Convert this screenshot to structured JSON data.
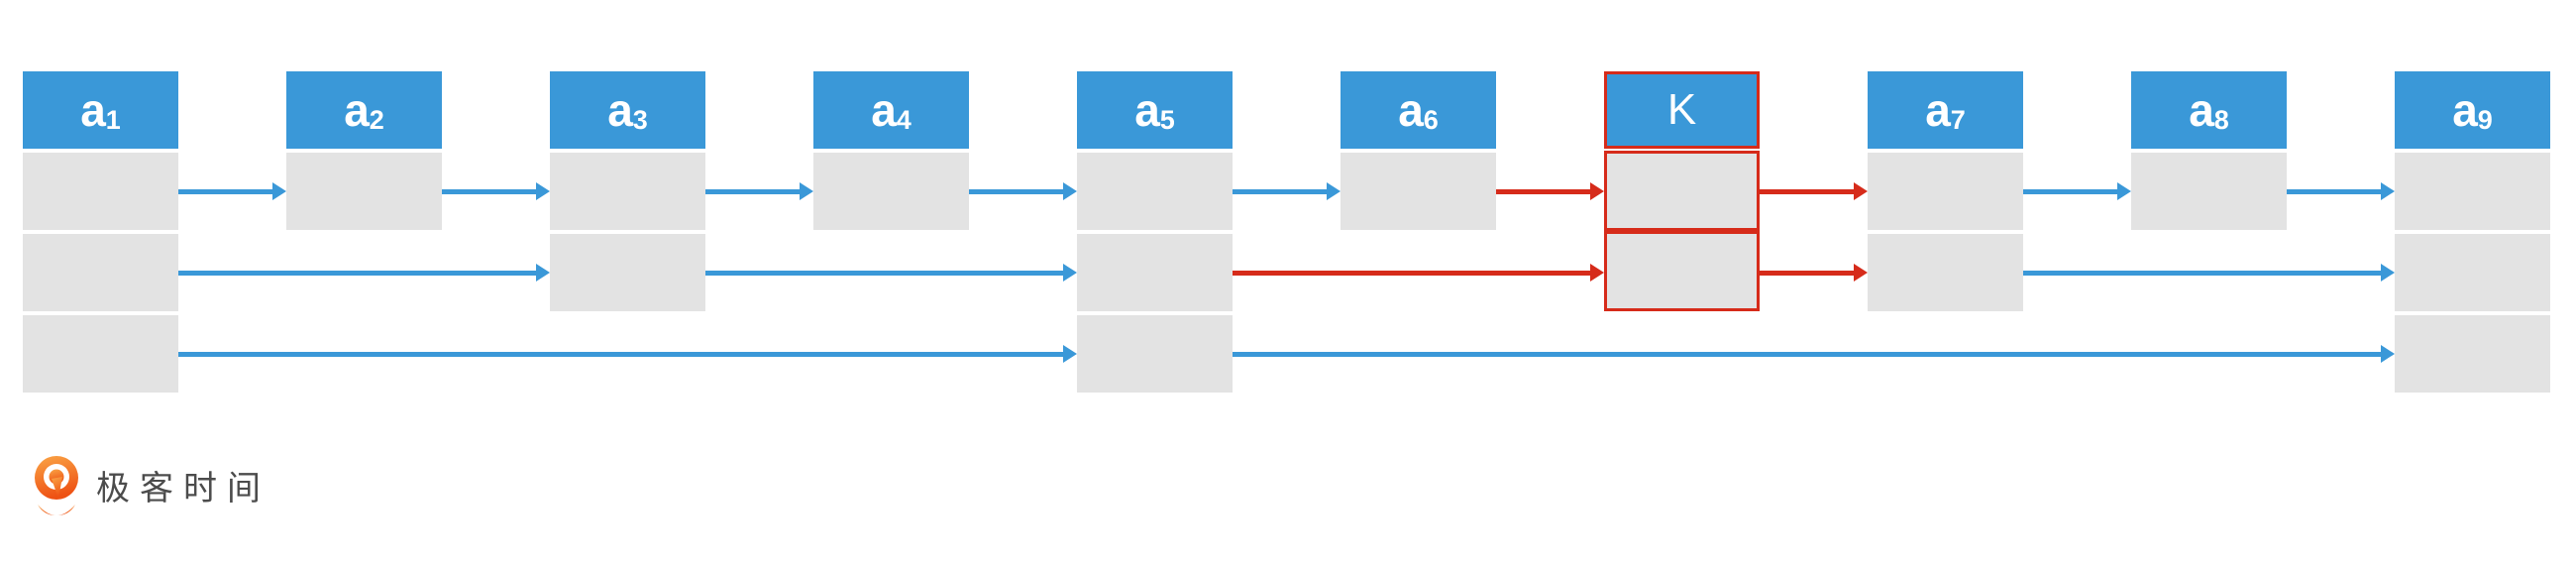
{
  "diagram": {
    "nodes": [
      {
        "id": "a1",
        "label": "a",
        "subscript": "1",
        "cells": 3,
        "highlighted": false
      },
      {
        "id": "a2",
        "label": "a",
        "subscript": "2",
        "cells": 1,
        "highlighted": false
      },
      {
        "id": "a3",
        "label": "a",
        "subscript": "3",
        "cells": 2,
        "highlighted": false
      },
      {
        "id": "a4",
        "label": "a",
        "subscript": "4",
        "cells": 1,
        "highlighted": false
      },
      {
        "id": "a5",
        "label": "a",
        "subscript": "5",
        "cells": 3,
        "highlighted": false
      },
      {
        "id": "a6",
        "label": "a",
        "subscript": "6",
        "cells": 1,
        "highlighted": false
      },
      {
        "id": "K",
        "label": "K",
        "subscript": "",
        "cells": 2,
        "highlighted": true
      },
      {
        "id": "a7",
        "label": "a",
        "subscript": "7",
        "cells": 2,
        "highlighted": false
      },
      {
        "id": "a8",
        "label": "a",
        "subscript": "8",
        "cells": 1,
        "highlighted": false
      },
      {
        "id": "a9",
        "label": "a",
        "subscript": "9",
        "cells": 3,
        "highlighted": false
      }
    ],
    "arrows": [
      {
        "from": "a1",
        "to": "a2",
        "level": 1,
        "color": "blue"
      },
      {
        "from": "a2",
        "to": "a3",
        "level": 1,
        "color": "blue"
      },
      {
        "from": "a3",
        "to": "a4",
        "level": 1,
        "color": "blue"
      },
      {
        "from": "a4",
        "to": "a5",
        "level": 1,
        "color": "blue"
      },
      {
        "from": "a5",
        "to": "a6",
        "level": 1,
        "color": "blue"
      },
      {
        "from": "a6",
        "to": "K",
        "level": 1,
        "color": "red"
      },
      {
        "from": "K",
        "to": "a7",
        "level": 1,
        "color": "red"
      },
      {
        "from": "a7",
        "to": "a8",
        "level": 1,
        "color": "blue"
      },
      {
        "from": "a8",
        "to": "a9",
        "level": 1,
        "color": "blue"
      },
      {
        "from": "a1",
        "to": "a3",
        "level": 2,
        "color": "blue"
      },
      {
        "from": "a3",
        "to": "a5",
        "level": 2,
        "color": "blue"
      },
      {
        "from": "a5",
        "to": "K",
        "level": 2,
        "color": "red"
      },
      {
        "from": "K",
        "to": "a7",
        "level": 2,
        "color": "red"
      },
      {
        "from": "a7",
        "to": "a9",
        "level": 2,
        "color": "blue"
      },
      {
        "from": "a1",
        "to": "a5",
        "level": 3,
        "color": "blue"
      },
      {
        "from": "a5",
        "to": "a9",
        "level": 3,
        "color": "blue"
      }
    ],
    "colors": {
      "header_blue": "#3a98d8",
      "cell_gray": "#e3e3e3",
      "arrow_blue": "#3a98d8",
      "arrow_red": "#d62b1a",
      "highlight_red": "#d62b1a"
    }
  },
  "footer": {
    "logo_text": "极客时间",
    "logo_orange": "#ee5a13"
  }
}
